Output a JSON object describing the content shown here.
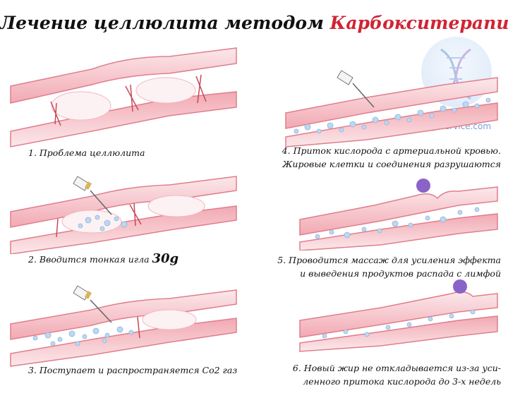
{
  "title": {
    "prefix": "Лечение целлюлита методом",
    "accent": "Карбокситерапии",
    "accent_color": "#d02436"
  },
  "watermark": {
    "text": "Ubg-Service.com",
    "icon": "dna-globe-icon"
  },
  "steps": [
    {
      "caption": "1. Проблема целлюлита"
    },
    {
      "caption_prefix": "2. Вводится тонкая игла ",
      "caption_emph": "30g"
    },
    {
      "caption": "3. Поступает и распространяется Co2 газ"
    },
    {
      "line1": "4. Приток кислорода с артериальной кровью.",
      "line2": "Жировые клетки и соединения разрушаются"
    },
    {
      "line1": "5. Проводится массаж для усиления эффекта",
      "line2": "и выведения продуктов распада с лимфой"
    },
    {
      "line1": "6. Новый жир не откладывается из-за уси-",
      "line2": "ленного притока кислорода до 3-х недель"
    }
  ],
  "colors": {
    "tissue_light": "#fbe1e4",
    "tissue_mid": "#f5b9c0",
    "tissue_dark": "#e0707f",
    "bubble": "#bcd8f2",
    "massage_ball": "#8a63c9"
  }
}
